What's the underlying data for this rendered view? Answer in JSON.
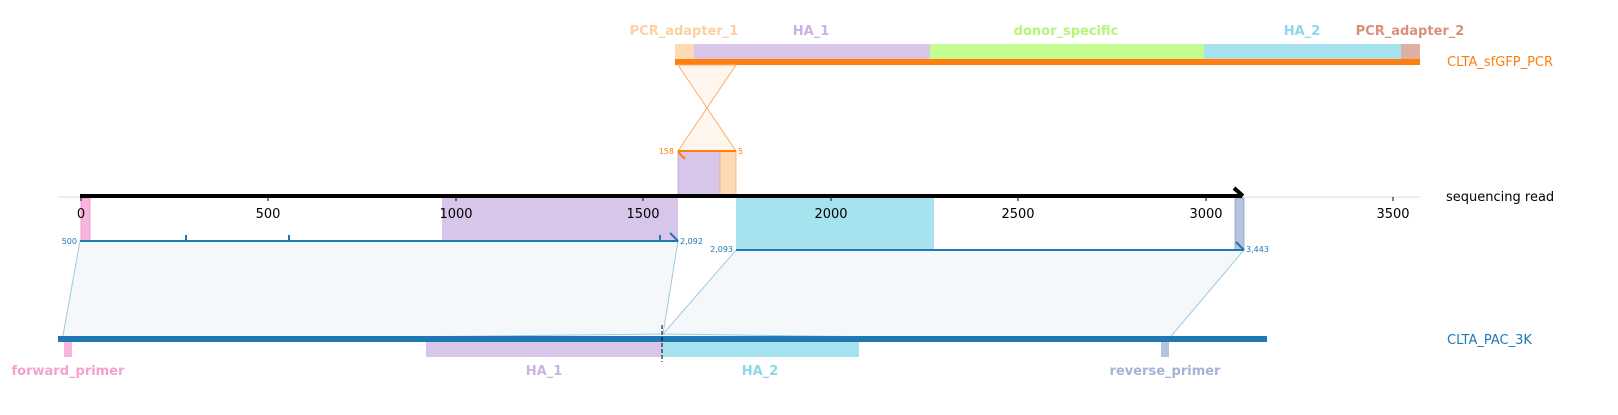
{
  "colors": {
    "pcr_track": "#ff7f0e",
    "pac_track": "#1f77b4",
    "read_axis": "#000000",
    "pcr_adapter_1": "#fdd9b5",
    "ha_1": "#d8c5ea",
    "donor_specific": "#c3fc8f",
    "ha_2": "#a6e3ee",
    "pcr_adapter_2": "#dcb0a4",
    "forward_primer": "#f7b6dd",
    "reverse_primer": "#b6c2de"
  },
  "tracks": {
    "pcr_label": "CLTA_sfGFP_PCR",
    "read_label": "sequencing read",
    "pac_label": "CLTA_PAC_3K"
  },
  "top_features": {
    "pcr_adapter_1": "PCR_adapter_1",
    "ha_1": "HA_1",
    "donor_specific": "donor_specific",
    "ha_2": "HA_2",
    "pcr_adapter_2": "PCR_adapter_2"
  },
  "bottom_features": {
    "forward_primer": "forward_primer",
    "ha_1": "HA_1",
    "ha_2": "HA_2",
    "reverse_primer": "reverse_primer"
  },
  "read_axis": {
    "ticks": [
      "0",
      "500",
      "1000",
      "1500",
      "2000",
      "2500",
      "3000",
      "3500"
    ]
  },
  "alignments": {
    "pcr_start": "158",
    "pcr_end": "5",
    "pac1_start": "500",
    "pac1_end": "2,092",
    "pac2_start": "2,093",
    "pac2_end": "3,443"
  }
}
